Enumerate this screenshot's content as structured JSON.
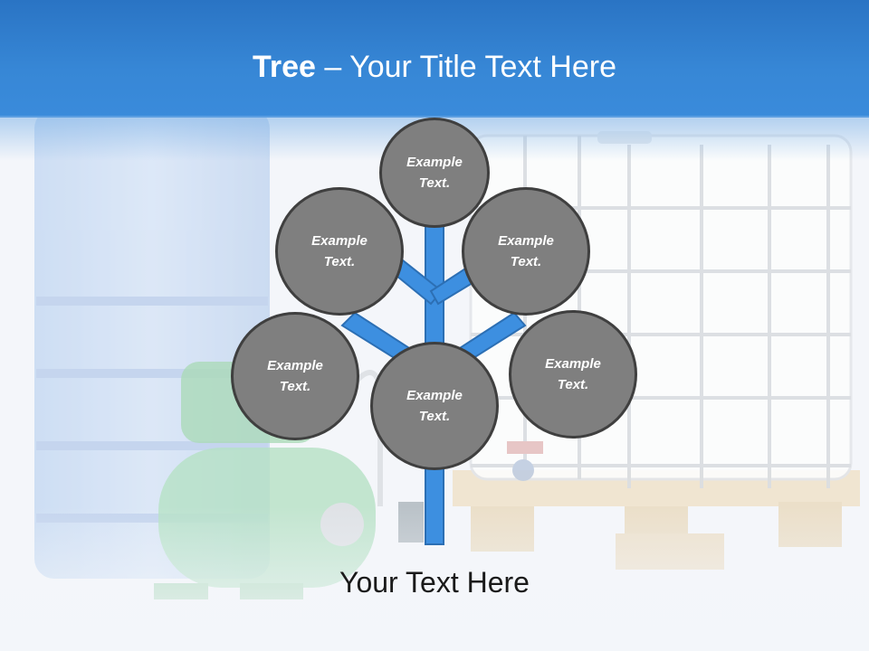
{
  "slide": {
    "title_bold": "Tree",
    "title_dash": " – ",
    "title_rest": "Your Title Text Here",
    "caption": "Your Text Here"
  },
  "nodes": [
    {
      "line1": "Example",
      "line2": "Text."
    },
    {
      "line1": "Example",
      "line2": "Text."
    },
    {
      "line1": "Example",
      "line2": "Text."
    },
    {
      "line1": "Example",
      "line2": "Text."
    },
    {
      "line1": "Example",
      "line2": "Text."
    },
    {
      "line1": "Example",
      "line2": "Text."
    }
  ],
  "colors": {
    "header": "#3787d6",
    "node_fill": "#7f7f7f",
    "node_border": "#3f3f3f",
    "branch": "#3d8fe0"
  },
  "illustration": {
    "items": [
      "blue-water-barrel",
      "green-pressure-pump",
      "ibc-tank-on-pallet"
    ]
  }
}
